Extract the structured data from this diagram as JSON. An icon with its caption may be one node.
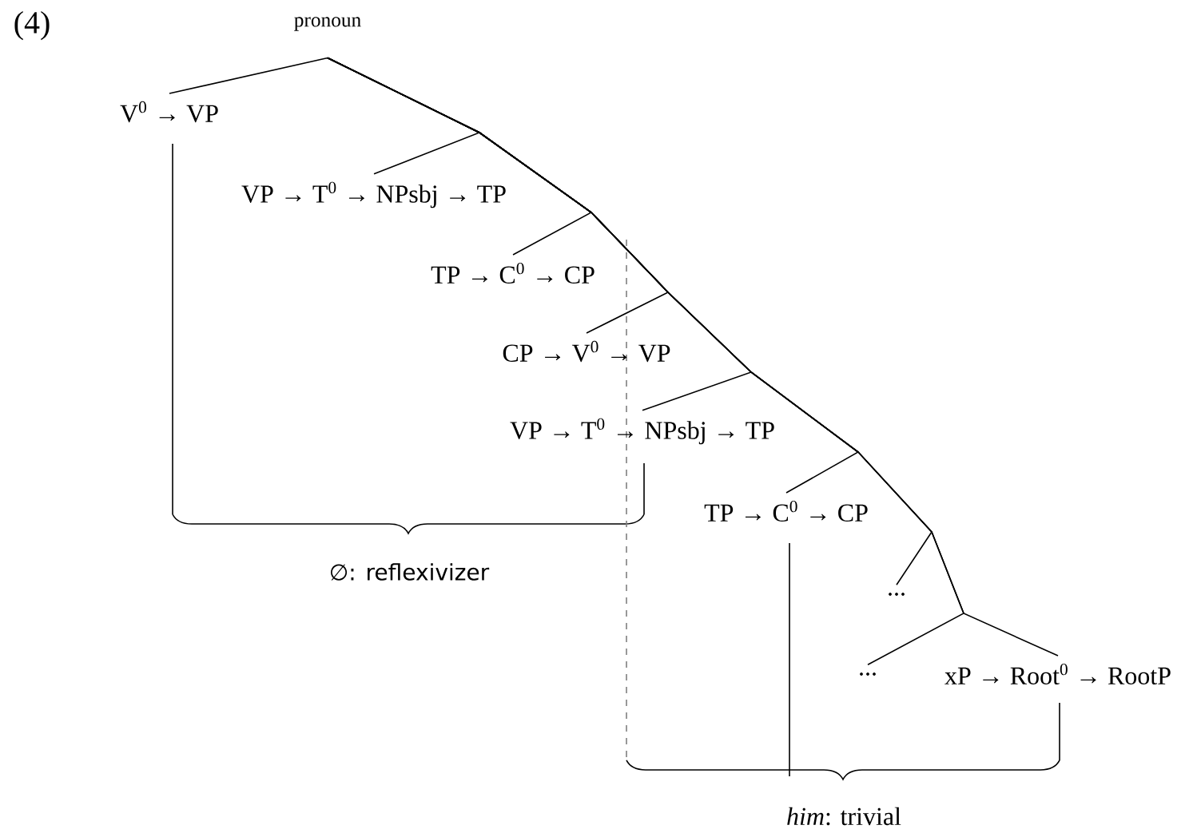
{
  "diagram": {
    "nodes": [
      {
        "text": [
          "pronoun"
        ]
      },
      {
        "text": [
          "V$^{0}$ → VP"
        ]
      },
      {
        "text": [
          "VP → T$^{0}$ → NPsbj → TP"
        ]
      },
      {
        "text": [
          "TP → C$^{0}$ → CP"
        ]
      },
      {
        "text": [
          "CP → V$^{0}$ → VP"
        ]
      },
      {
        "text": [
          "VP → T$^{0}$ → NPsbj → TP"
        ]
      },
      {
        "text": [
          "TP → C$^{0}$ → CP"
        ]
      },
      {
        "text": [
          "..."
        ]
      },
      {
        "text": [
          "..."
        ]
      },
      {
        "text": [
          "xP → Root$^{0}$ → RootP"
        ]
      }
    ],
    "edges": [
      {
        "from": 0,
        "to": 1,
        "arrow": "none"
      },
      {
        "from": 0,
        "to": 2,
        "arrow": "none"
      },
      {
        "from": 0,
        "to": 3,
        "arrow": "none"
      },
      {
        "from": 0,
        "to": 4,
        "arrow": "none"
      },
      {
        "from": 0,
        "to": 5,
        "arrow": "none"
      },
      {
        "from": 0,
        "to": 6,
        "arrow": "none"
      },
      {
        "from": 0,
        "to": 7,
        "arrow": "none"
      },
      {
        "from": 0,
        "to": 8,
        "arrow": "none"
      },
      {
        "from": 0,
        "to": 9,
        "arrow": "none"
      }
    ],
    "labels": [
      "(4)",
      "∅: reflexivizer",
      "*him*: trivial"
    ]
  }
}
